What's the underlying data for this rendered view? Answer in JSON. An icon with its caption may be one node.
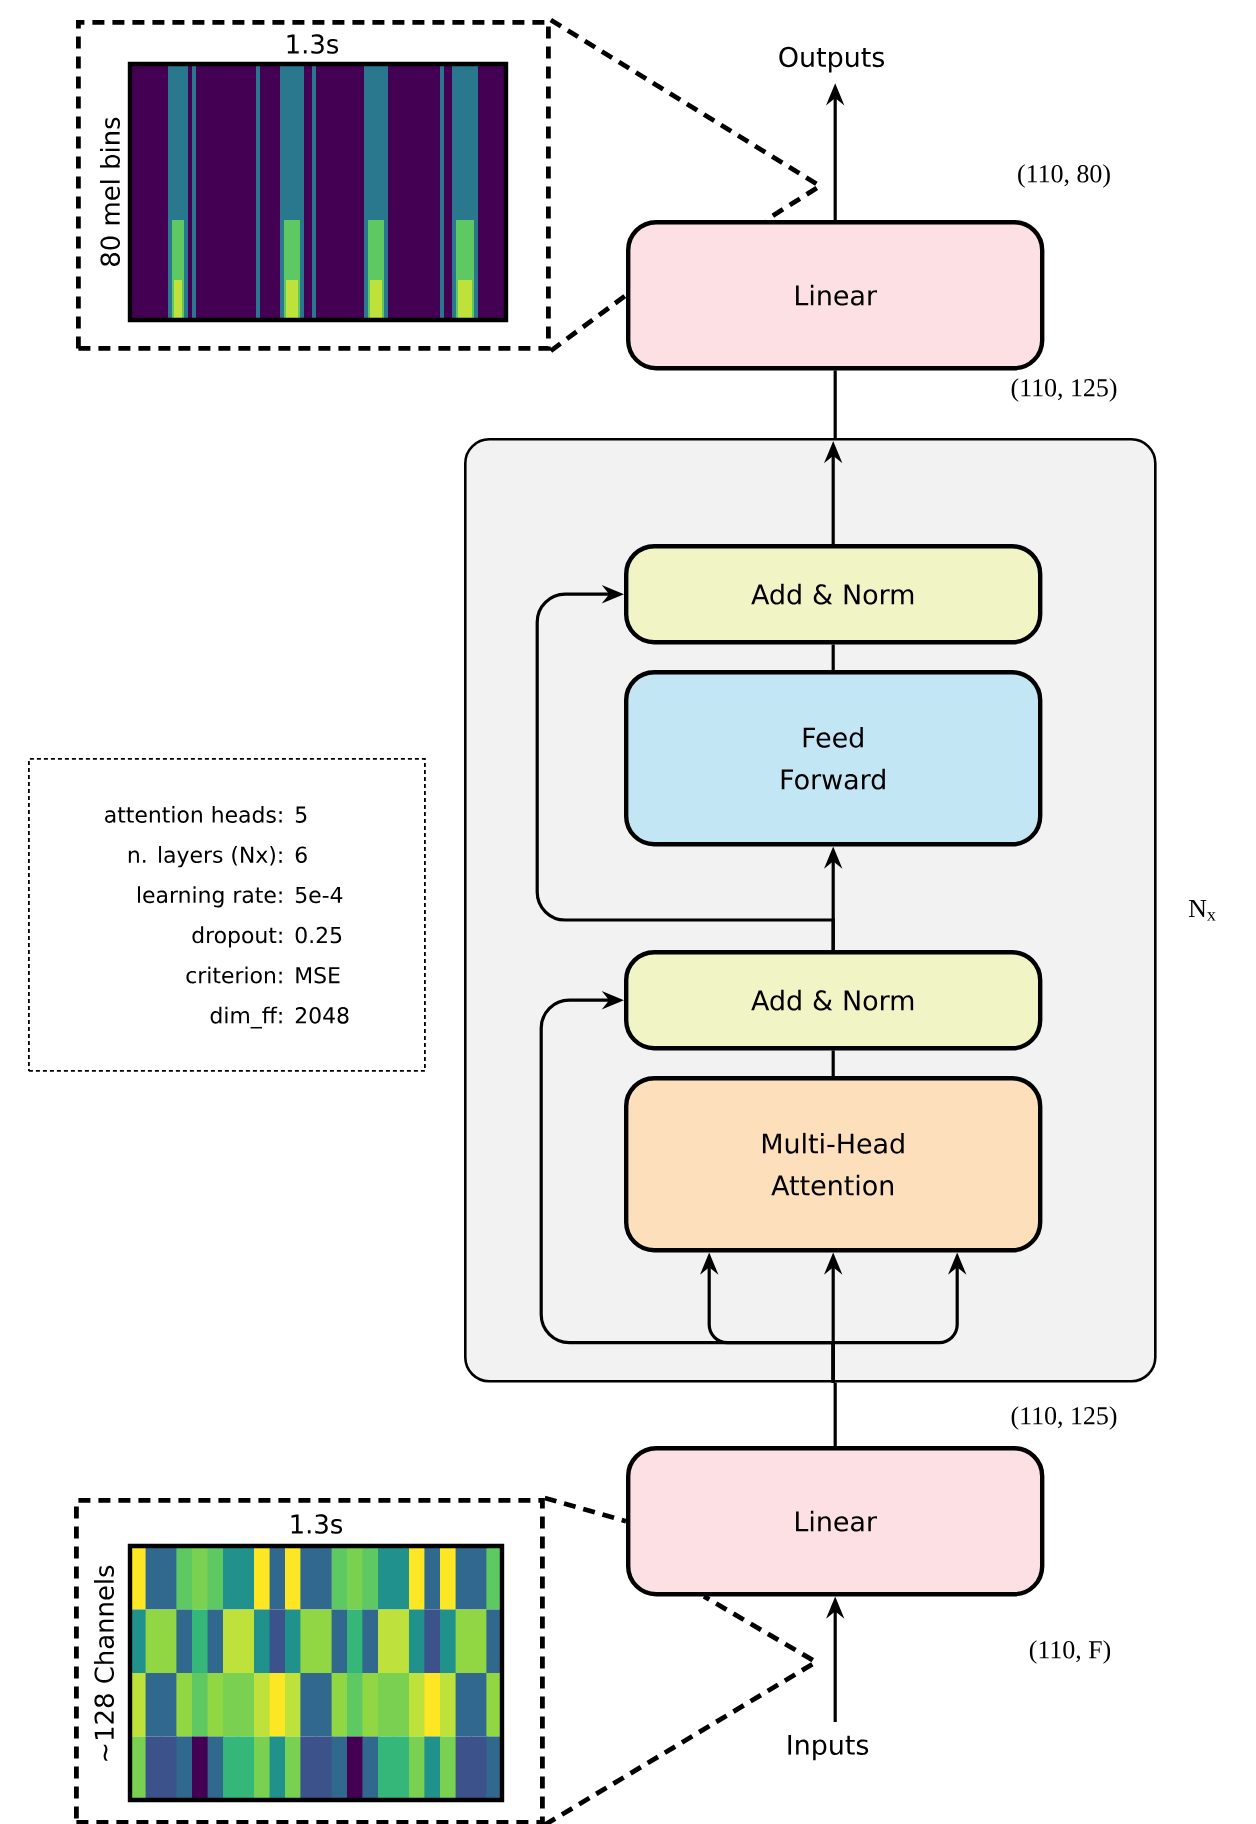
{
  "diagram": {
    "nodes": [
      {
        "text": [
          "Outputs"
        ]
      },
      {
        "text": [
          "Linear"
        ]
      },
      {
        "text": [],
        "shape": "box",
        "beside": [
          "N$_{x}$"
        ]
      },
      {
        "text": [
          "Add & Norm"
        ],
        "in": 2
      },
      {
        "text": [
          "Feed Forward"
        ],
        "in": 2
      },
      {
        "text": [
          "Add & Norm"
        ],
        "in": 2
      },
      {
        "text": [
          "Multi-Head Attention"
        ],
        "in": 2
      },
      {
        "text": [
          "Linear"
        ]
      },
      {
        "text": [
          "Inputs"
        ]
      },
      {
        "text": [
          "attention heads:",
          "5",
          "n. layers (Nx):",
          "6",
          "learning rate:",
          "5e-4",
          "dropout:",
          "0.25",
          "criterion:",
          "MSE",
          "dim_ff:",
          "2048"
        ]
      },
      {
        "text": [],
        "shape": "picture"
      },
      {
        "text": [],
        "shape": "picture"
      }
    ],
    "edges": [
      {
        "from": 1,
        "to": 0,
        "arrow": "to"
      },
      {
        "from": 2,
        "to": 1,
        "arrow": "none"
      },
      {
        "from": 3,
        "to": 2,
        "arrow": "to"
      },
      {
        "from": 4,
        "to": 3,
        "arrow": "none"
      },
      {
        "from": 5,
        "to": 4,
        "arrow": "to"
      },
      {
        "from": 5,
        "to": 3,
        "arrow": "to"
      },
      {
        "from": 6,
        "to": 5,
        "arrow": "none"
      },
      {
        "from": 2,
        "to": 6,
        "arrow": "to"
      },
      {
        "from": 2,
        "to": 6,
        "arrow": "to"
      },
      {
        "from": 2,
        "to": 6,
        "arrow": "to"
      },
      {
        "from": 2,
        "to": 5,
        "arrow": "to"
      },
      {
        "from": 8,
        "to": 7,
        "arrow": "to"
      },
      {
        "from": 7,
        "to": 2,
        "arrow": "none"
      },
      {
        "from": 10,
        "to": 1,
        "arrow": "none",
        "style": "dashed"
      },
      {
        "from": 10,
        "to": 1,
        "arrow": "none",
        "style": "dashed"
      },
      {
        "from": 11,
        "to": 7,
        "arrow": "none",
        "style": "dashed"
      },
      {
        "from": 11,
        "to": 7,
        "arrow": "none",
        "style": "dashed"
      }
    ],
    "labels": [
      "1.3s",
      "80 mel bins",
      "(110, 80)",
      "(110, 125)",
      "(110, 125)",
      "1.3s",
      "~128 Channels",
      "(110, F)"
    ]
  }
}
